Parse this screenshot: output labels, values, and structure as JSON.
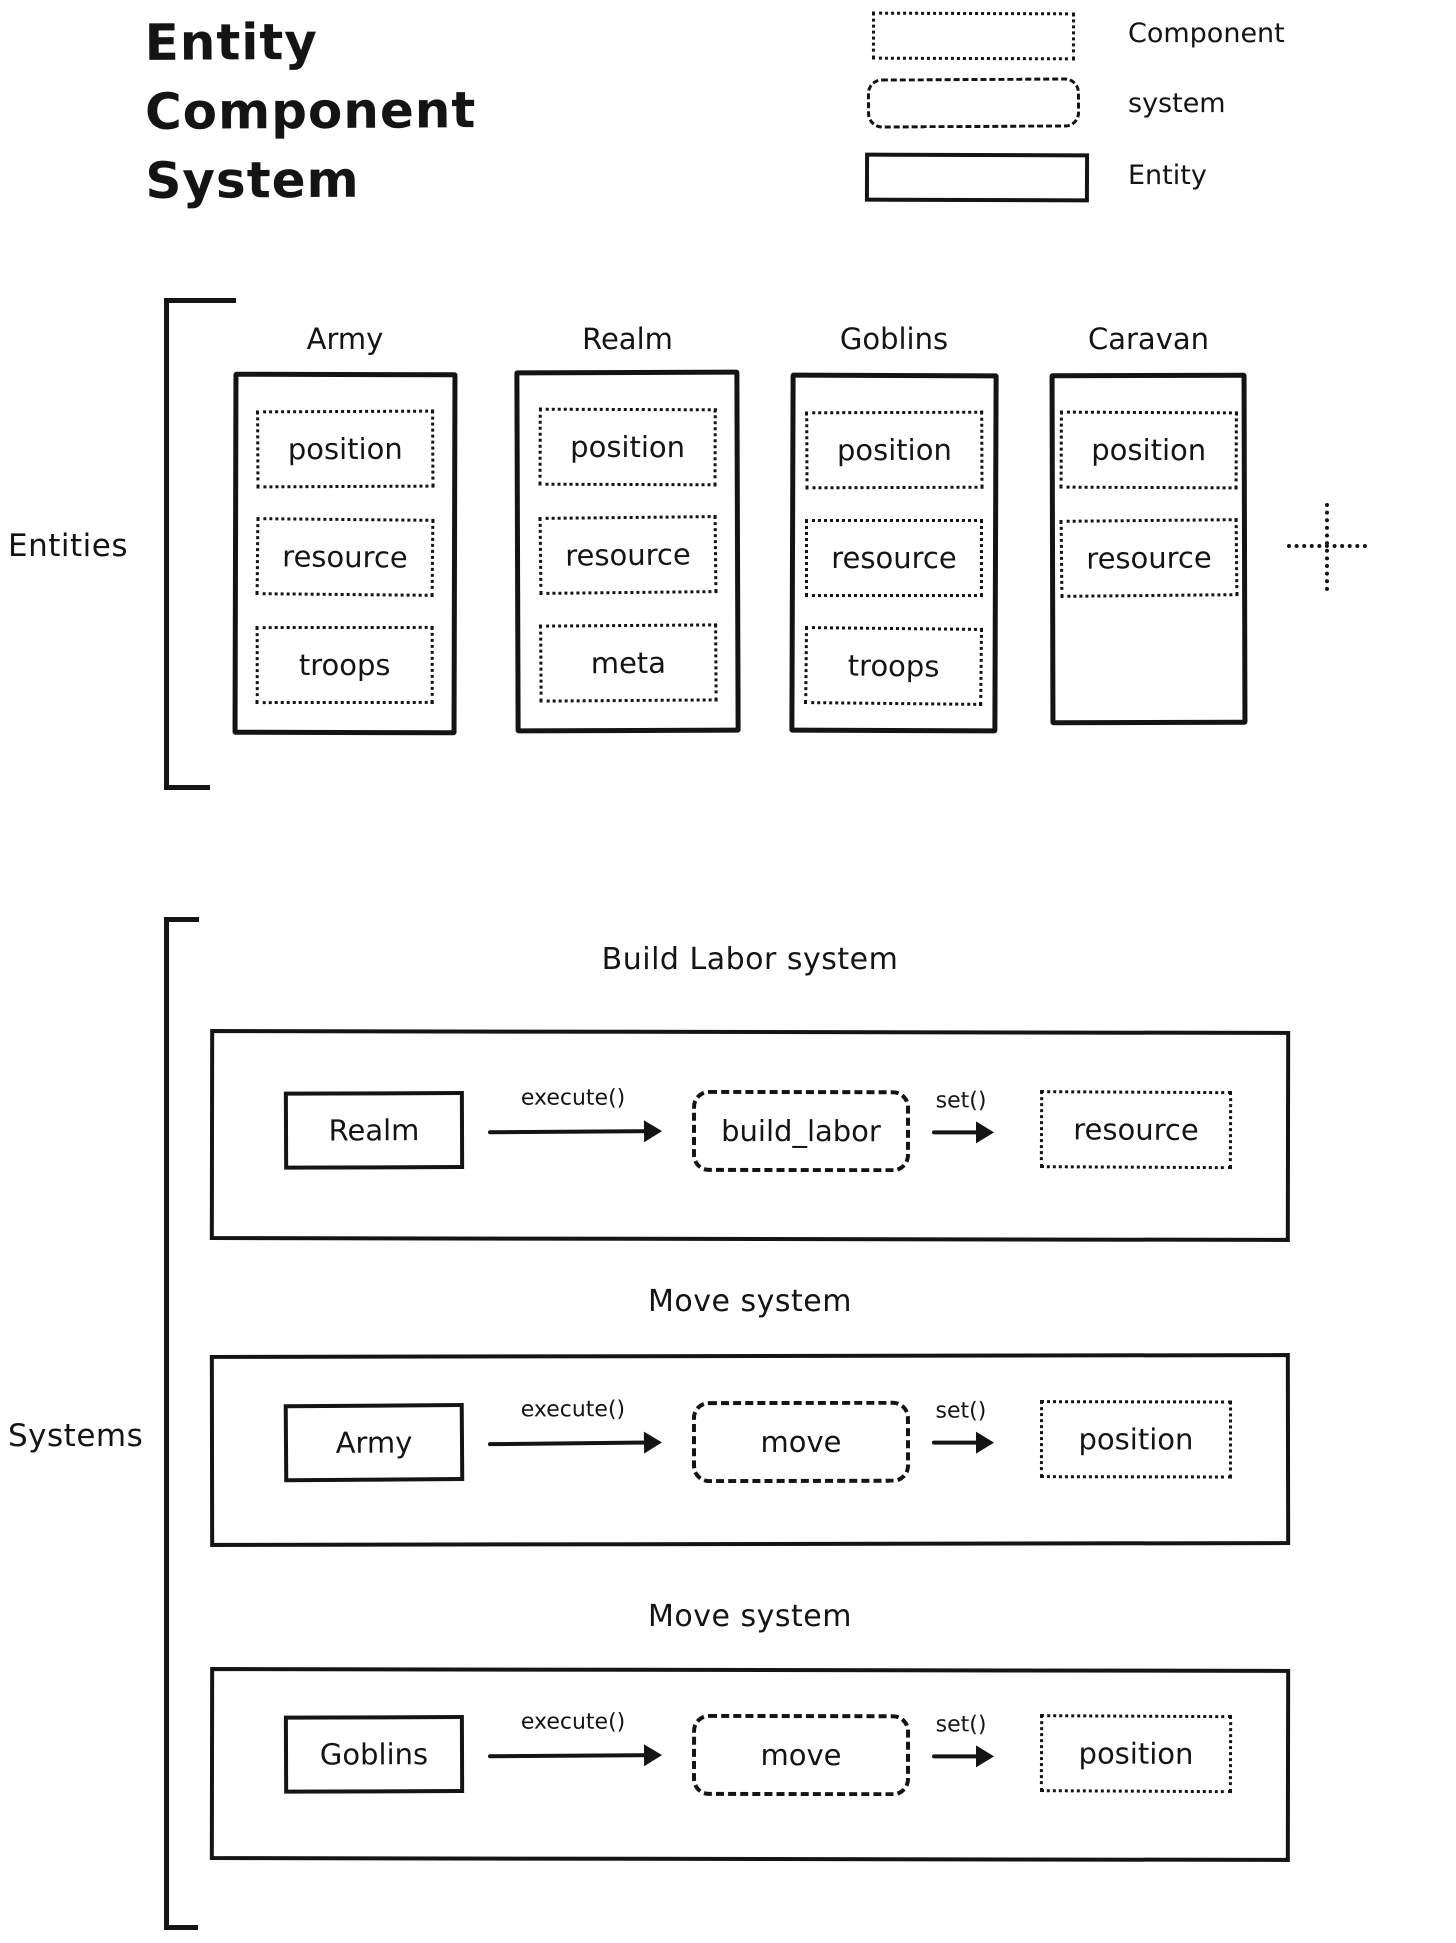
{
  "title": {
    "lines": [
      "Entity",
      "Component",
      "System"
    ]
  },
  "legend": {
    "items": [
      {
        "label": "Component",
        "style": "dotted"
      },
      {
        "label": "system",
        "style": "dashed"
      },
      {
        "label": "Entity",
        "style": "solid"
      }
    ]
  },
  "entities_section": {
    "label": "Entities",
    "more_indicator": "plus",
    "entities": [
      {
        "name": "Army",
        "components": [
          "position",
          "resource",
          "troops"
        ]
      },
      {
        "name": "Realm",
        "components": [
          "position",
          "resource",
          "meta"
        ]
      },
      {
        "name": "Goblins",
        "components": [
          "position",
          "resource",
          "troops"
        ]
      },
      {
        "name": "Caravan",
        "components": [
          "position",
          "resource"
        ]
      }
    ]
  },
  "systems_section": {
    "label": "Systems",
    "systems": [
      {
        "title": "Build Labor system",
        "entity": "Realm",
        "call": "execute()",
        "system": "build_labor",
        "setter": "set()",
        "component": "resource"
      },
      {
        "title": "Move system",
        "entity": "Army",
        "call": "execute()",
        "system": "move",
        "setter": "set()",
        "component": "position"
      },
      {
        "title": "Move system",
        "entity": "Goblins",
        "call": "execute()",
        "system": "move",
        "setter": "set()",
        "component": "position"
      }
    ]
  },
  "colors": {
    "ink": "#141414",
    "background": "#ffffff"
  }
}
